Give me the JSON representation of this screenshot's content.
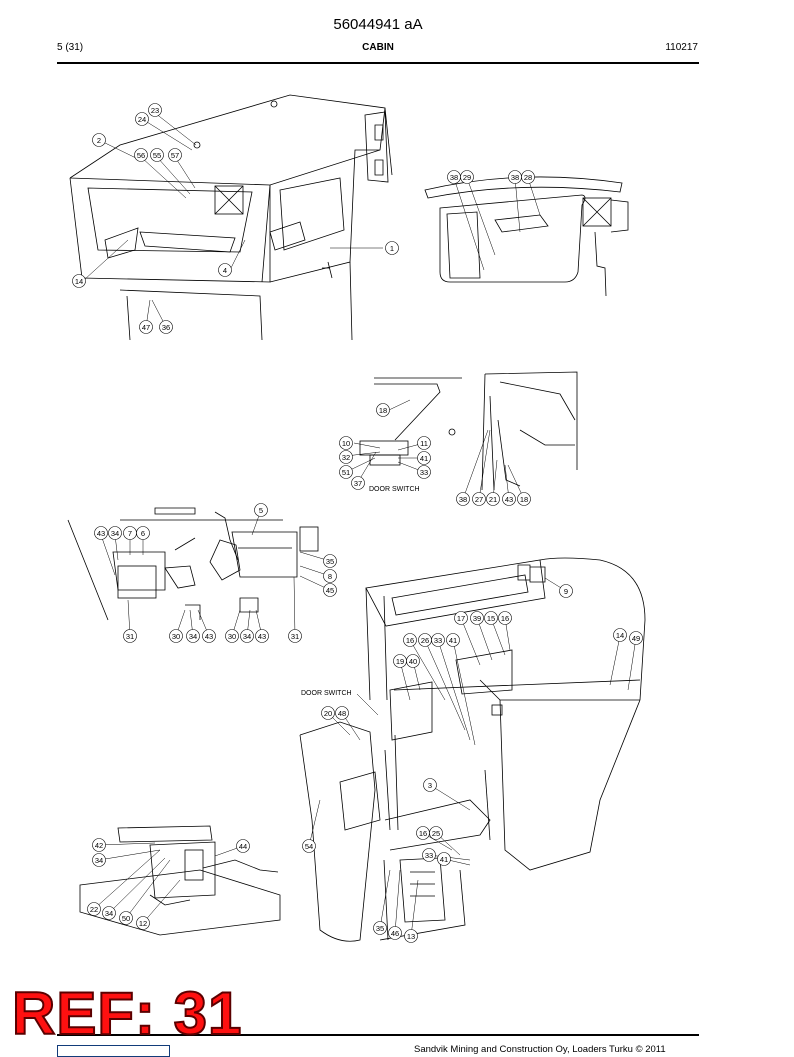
{
  "header": {
    "document_number": "56044941 aA",
    "page": "5 (31)",
    "section": "CABIN",
    "date_code": "110217"
  },
  "labels": {
    "door_switch": "DOOR SWITCH"
  },
  "callouts": [
    "23",
    "24",
    "2",
    "56",
    "55",
    "57",
    "14",
    "4",
    "1",
    "47",
    "36",
    "38",
    "29",
    "38",
    "28",
    "18",
    "10",
    "32",
    "51",
    "37",
    "11",
    "41",
    "33",
    "38",
    "27",
    "21",
    "43",
    "18",
    "43",
    "34",
    "7",
    "6",
    "5",
    "35",
    "8",
    "45",
    "31",
    "30",
    "34",
    "43",
    "30",
    "34",
    "43",
    "31",
    "17",
    "39",
    "15",
    "16",
    "16",
    "26",
    "33",
    "41",
    "14",
    "49",
    "9",
    "19",
    "40",
    "20",
    "48",
    "3",
    "54",
    "16",
    "25",
    "33",
    "41",
    "35",
    "46",
    "13",
    "42",
    "34",
    "44",
    "22",
    "34",
    "50",
    "12"
  ],
  "watermark": {
    "text": "REF: 31"
  },
  "footer": {
    "copyright": "Sandvik Mining and Construction Oy, Loaders Turku © 2011",
    "logo": "sandvik-logo"
  }
}
